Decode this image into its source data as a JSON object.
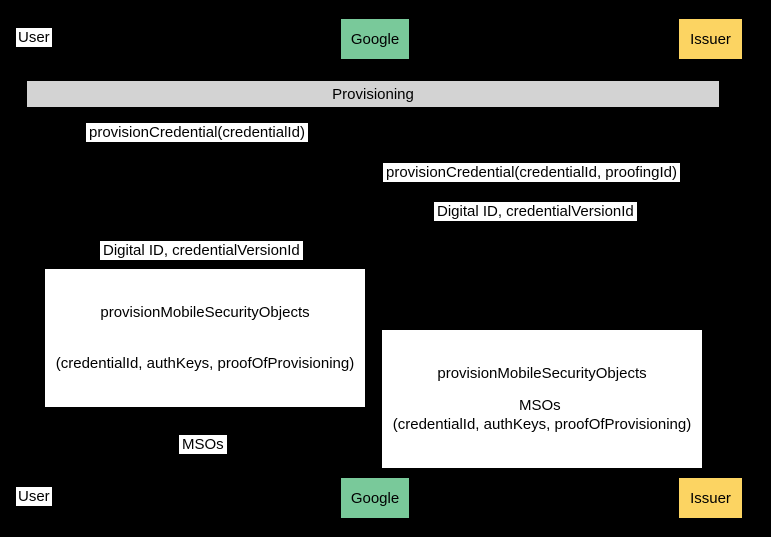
{
  "diagram": {
    "type": "uml-sequence-diagram",
    "title": "Provisioning",
    "background_color": "#000000",
    "colors": {
      "user_box": "#ffffff",
      "google_box": "#79c99a",
      "issuer_box": "#fcd462",
      "banner": "#d3d3d3",
      "label_background": "#ffffff",
      "text": "#000000"
    }
  },
  "participants_top": [
    {
      "name": "User",
      "style": "plain"
    },
    {
      "name": "Google",
      "style": "filled-green"
    },
    {
      "name": "Issuer",
      "style": "filled-yellow"
    }
  ],
  "participants_bottom": [
    {
      "name": "User",
      "style": "plain"
    },
    {
      "name": "Google",
      "style": "filled-green"
    },
    {
      "name": "Issuer",
      "style": "filled-yellow"
    }
  ],
  "fragment": {
    "label": "Provisioning"
  },
  "messages": [
    {
      "id": 1,
      "from": "User",
      "to": "Google",
      "text": "provisionCredential(credentialId)",
      "lines": [
        "provisionCredential(credentialId)"
      ]
    },
    {
      "id": 2,
      "from": "Google",
      "to": "Issuer",
      "text": "provisionCredential(credentialId, proofingId)",
      "lines": [
        "provisionCredential(credentialId, proofingId)"
      ]
    },
    {
      "id": 3,
      "from": "Issuer",
      "to": "Google",
      "text": "Digital ID, credentialVersionId",
      "lines": [
        "Digital ID, credentialVersionId"
      ]
    },
    {
      "id": 4,
      "from": "Google",
      "to": "User",
      "text": "Digital ID, credentialVersionId",
      "lines": [
        "Digital ID, credentialVersionId"
      ]
    },
    {
      "id": 5,
      "from": "User",
      "to": "Google",
      "text": "provisionMobileSecurityObjects (credentialId, authKeys, proofOfProvisioning)",
      "lines": [
        "provisionMobileSecurityObjects",
        "(credentialId, authKeys, proofOfProvisioning)"
      ]
    },
    {
      "id": 6,
      "from": "Google",
      "to": "Issuer",
      "text": "provisionMobileSecurityObjects (credentialId, authKeys, proofOfProvisioning)",
      "lines": [
        "provisionMobileSecurityObjects",
        "(credentialId, authKeys, proofOfProvisioning)"
      ]
    },
    {
      "id": 7,
      "from": "Issuer",
      "to": "Google",
      "text": "MSOs",
      "lines": [
        "MSOs"
      ]
    },
    {
      "id": 8,
      "from": "Google",
      "to": "User",
      "text": "MSOs",
      "lines": [
        "MSOs"
      ]
    }
  ]
}
